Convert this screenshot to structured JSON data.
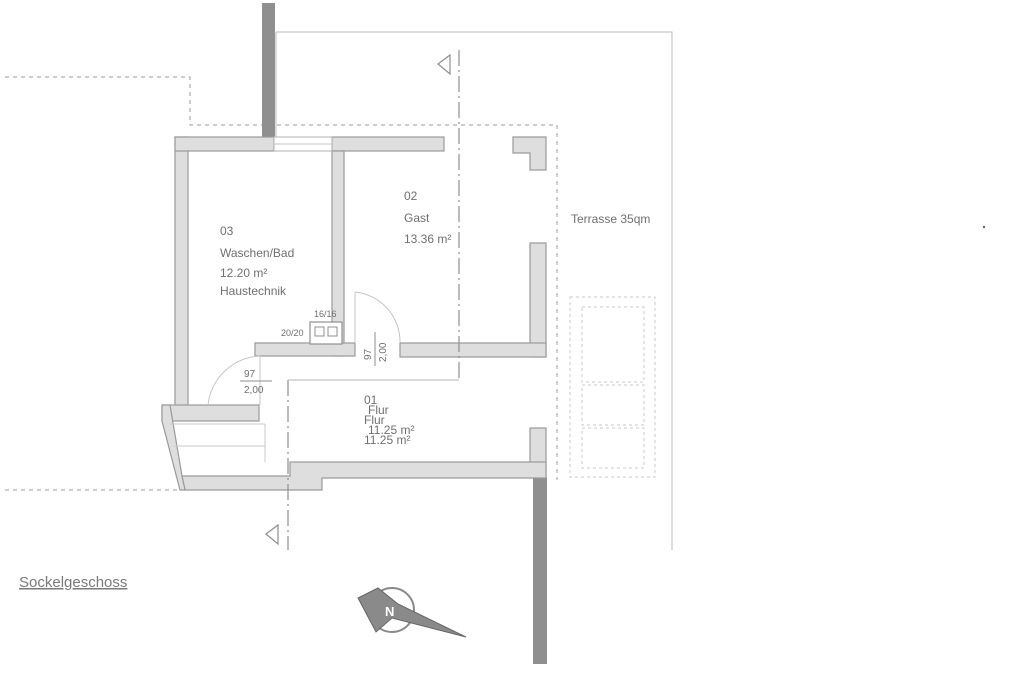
{
  "plan": {
    "floor_title": "Sockelgeschoss",
    "rooms": [
      {
        "number": "03",
        "name": "Waschen/Bad",
        "area": "12.20 m²",
        "note": "Haustechnik"
      },
      {
        "number": "02",
        "name": "Gast",
        "area": "13.36 m²"
      },
      {
        "number": "01",
        "name": "Flur",
        "area": "11.25 m²"
      }
    ],
    "terrace": "Terrasse 35qm",
    "doors": [
      {
        "width": "97",
        "height": "2,00"
      },
      {
        "width": "97",
        "height": "2,00"
      }
    ],
    "shafts": [
      "16/16",
      "20/20"
    ]
  }
}
